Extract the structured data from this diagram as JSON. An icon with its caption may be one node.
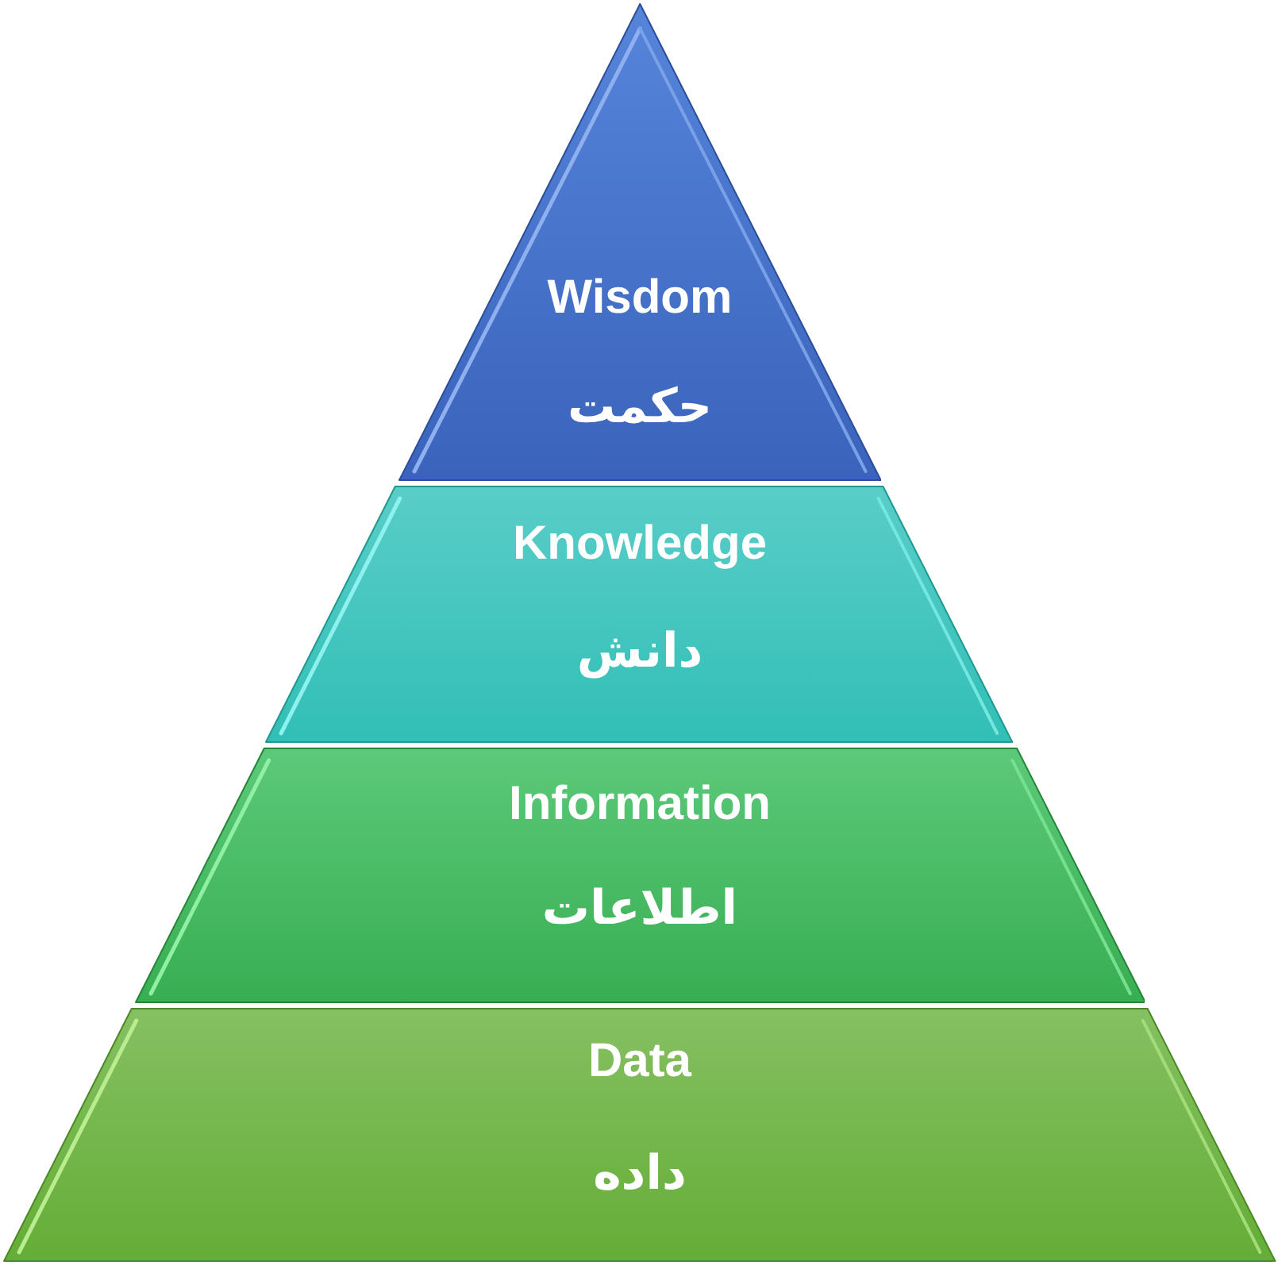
{
  "diagram": {
    "nodes": [
      {
        "text": [
          "Wisdom",
          "حکمت"
        ]
      },
      {
        "text": [
          "Knowledge",
          "دانش"
        ]
      },
      {
        "text": [
          "Information",
          "اطلاعات"
        ]
      },
      {
        "text": [
          "Data",
          "داده"
        ]
      }
    ]
  }
}
